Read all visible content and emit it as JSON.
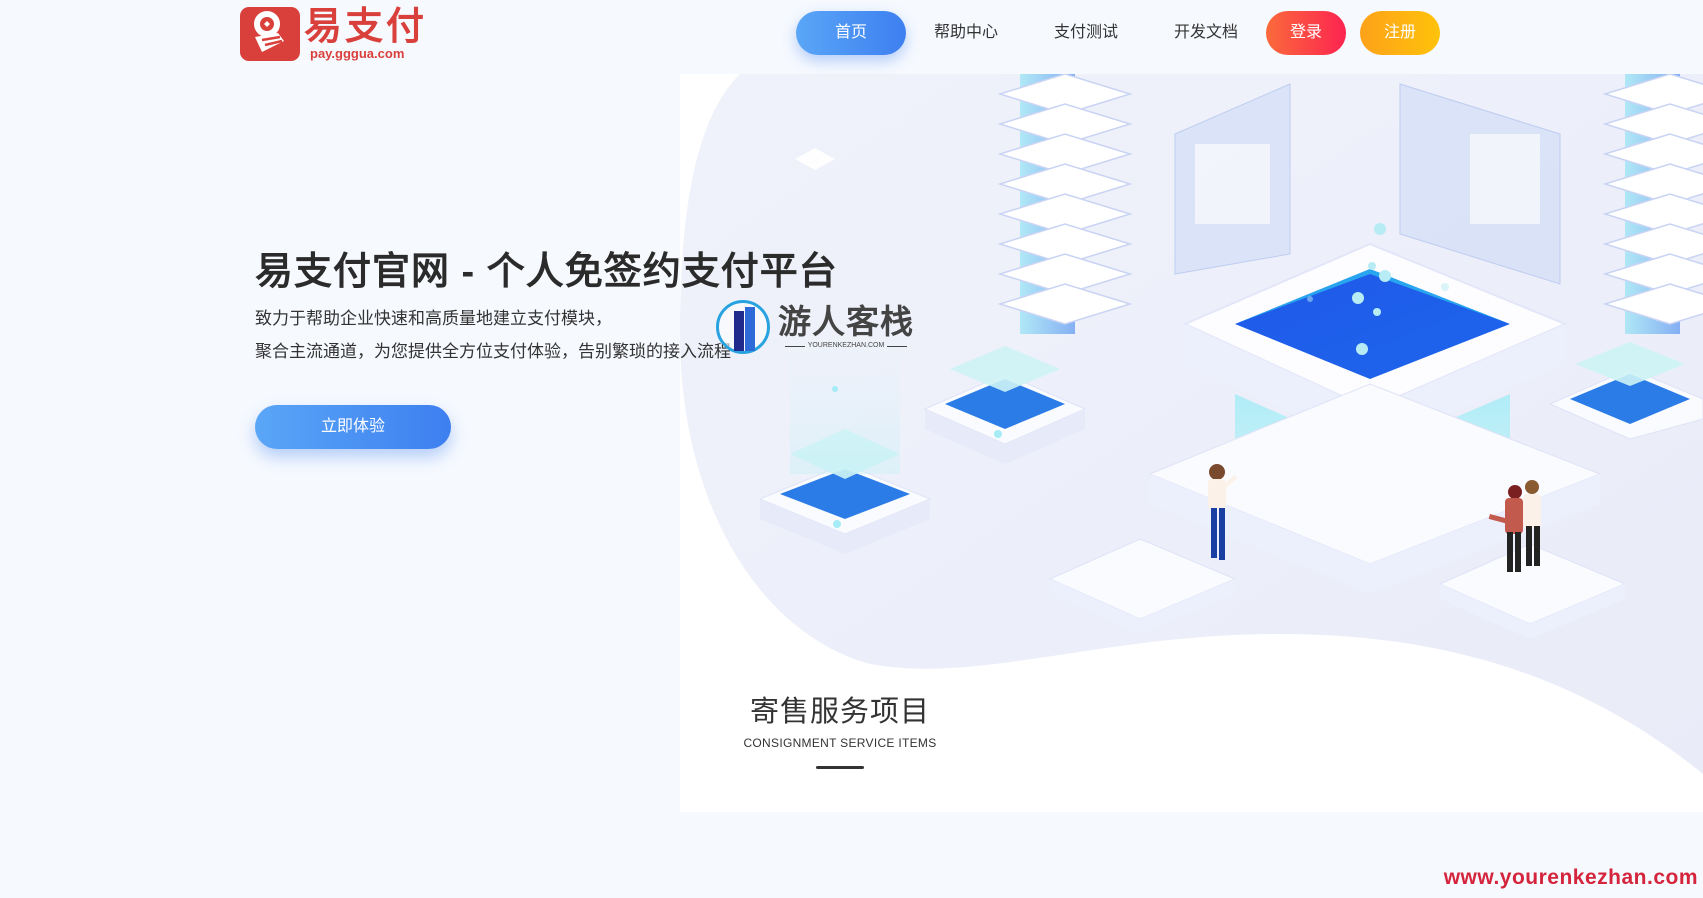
{
  "header": {
    "logo": {
      "name": "易支付",
      "url": "pay.gggua.com"
    },
    "nav": {
      "items": [
        {
          "label": "首页",
          "active": true
        },
        {
          "label": "帮助中心"
        },
        {
          "label": "支付测试"
        },
        {
          "label": "开发文档"
        }
      ],
      "login_label": "登录",
      "register_label": "注册"
    }
  },
  "hero": {
    "title": "易支付官网 - 个人免签约支付平台",
    "desc_line1": "致力于帮助企业快速和高质量地建立支付模块，",
    "desc_line2": "聚合主流通道，为您提供全方位支付体验，告别繁琐的接入流程",
    "cta_label": "立即体验"
  },
  "watermark": {
    "cn": "游人客栈",
    "en": "YOURENKEZHAN.COM",
    "footer": "www.yourenkezhan.com"
  },
  "section": {
    "title_cn": "寄售服务项目",
    "title_en": "CONSIGNMENT SERVICE ITEMS"
  },
  "colors": {
    "brand_red": "#d9403b",
    "primary_blue": "#3d7ff0",
    "login_red": "#fc2450",
    "register_orange": "#ffc20a",
    "background": "#f6f9fe"
  }
}
